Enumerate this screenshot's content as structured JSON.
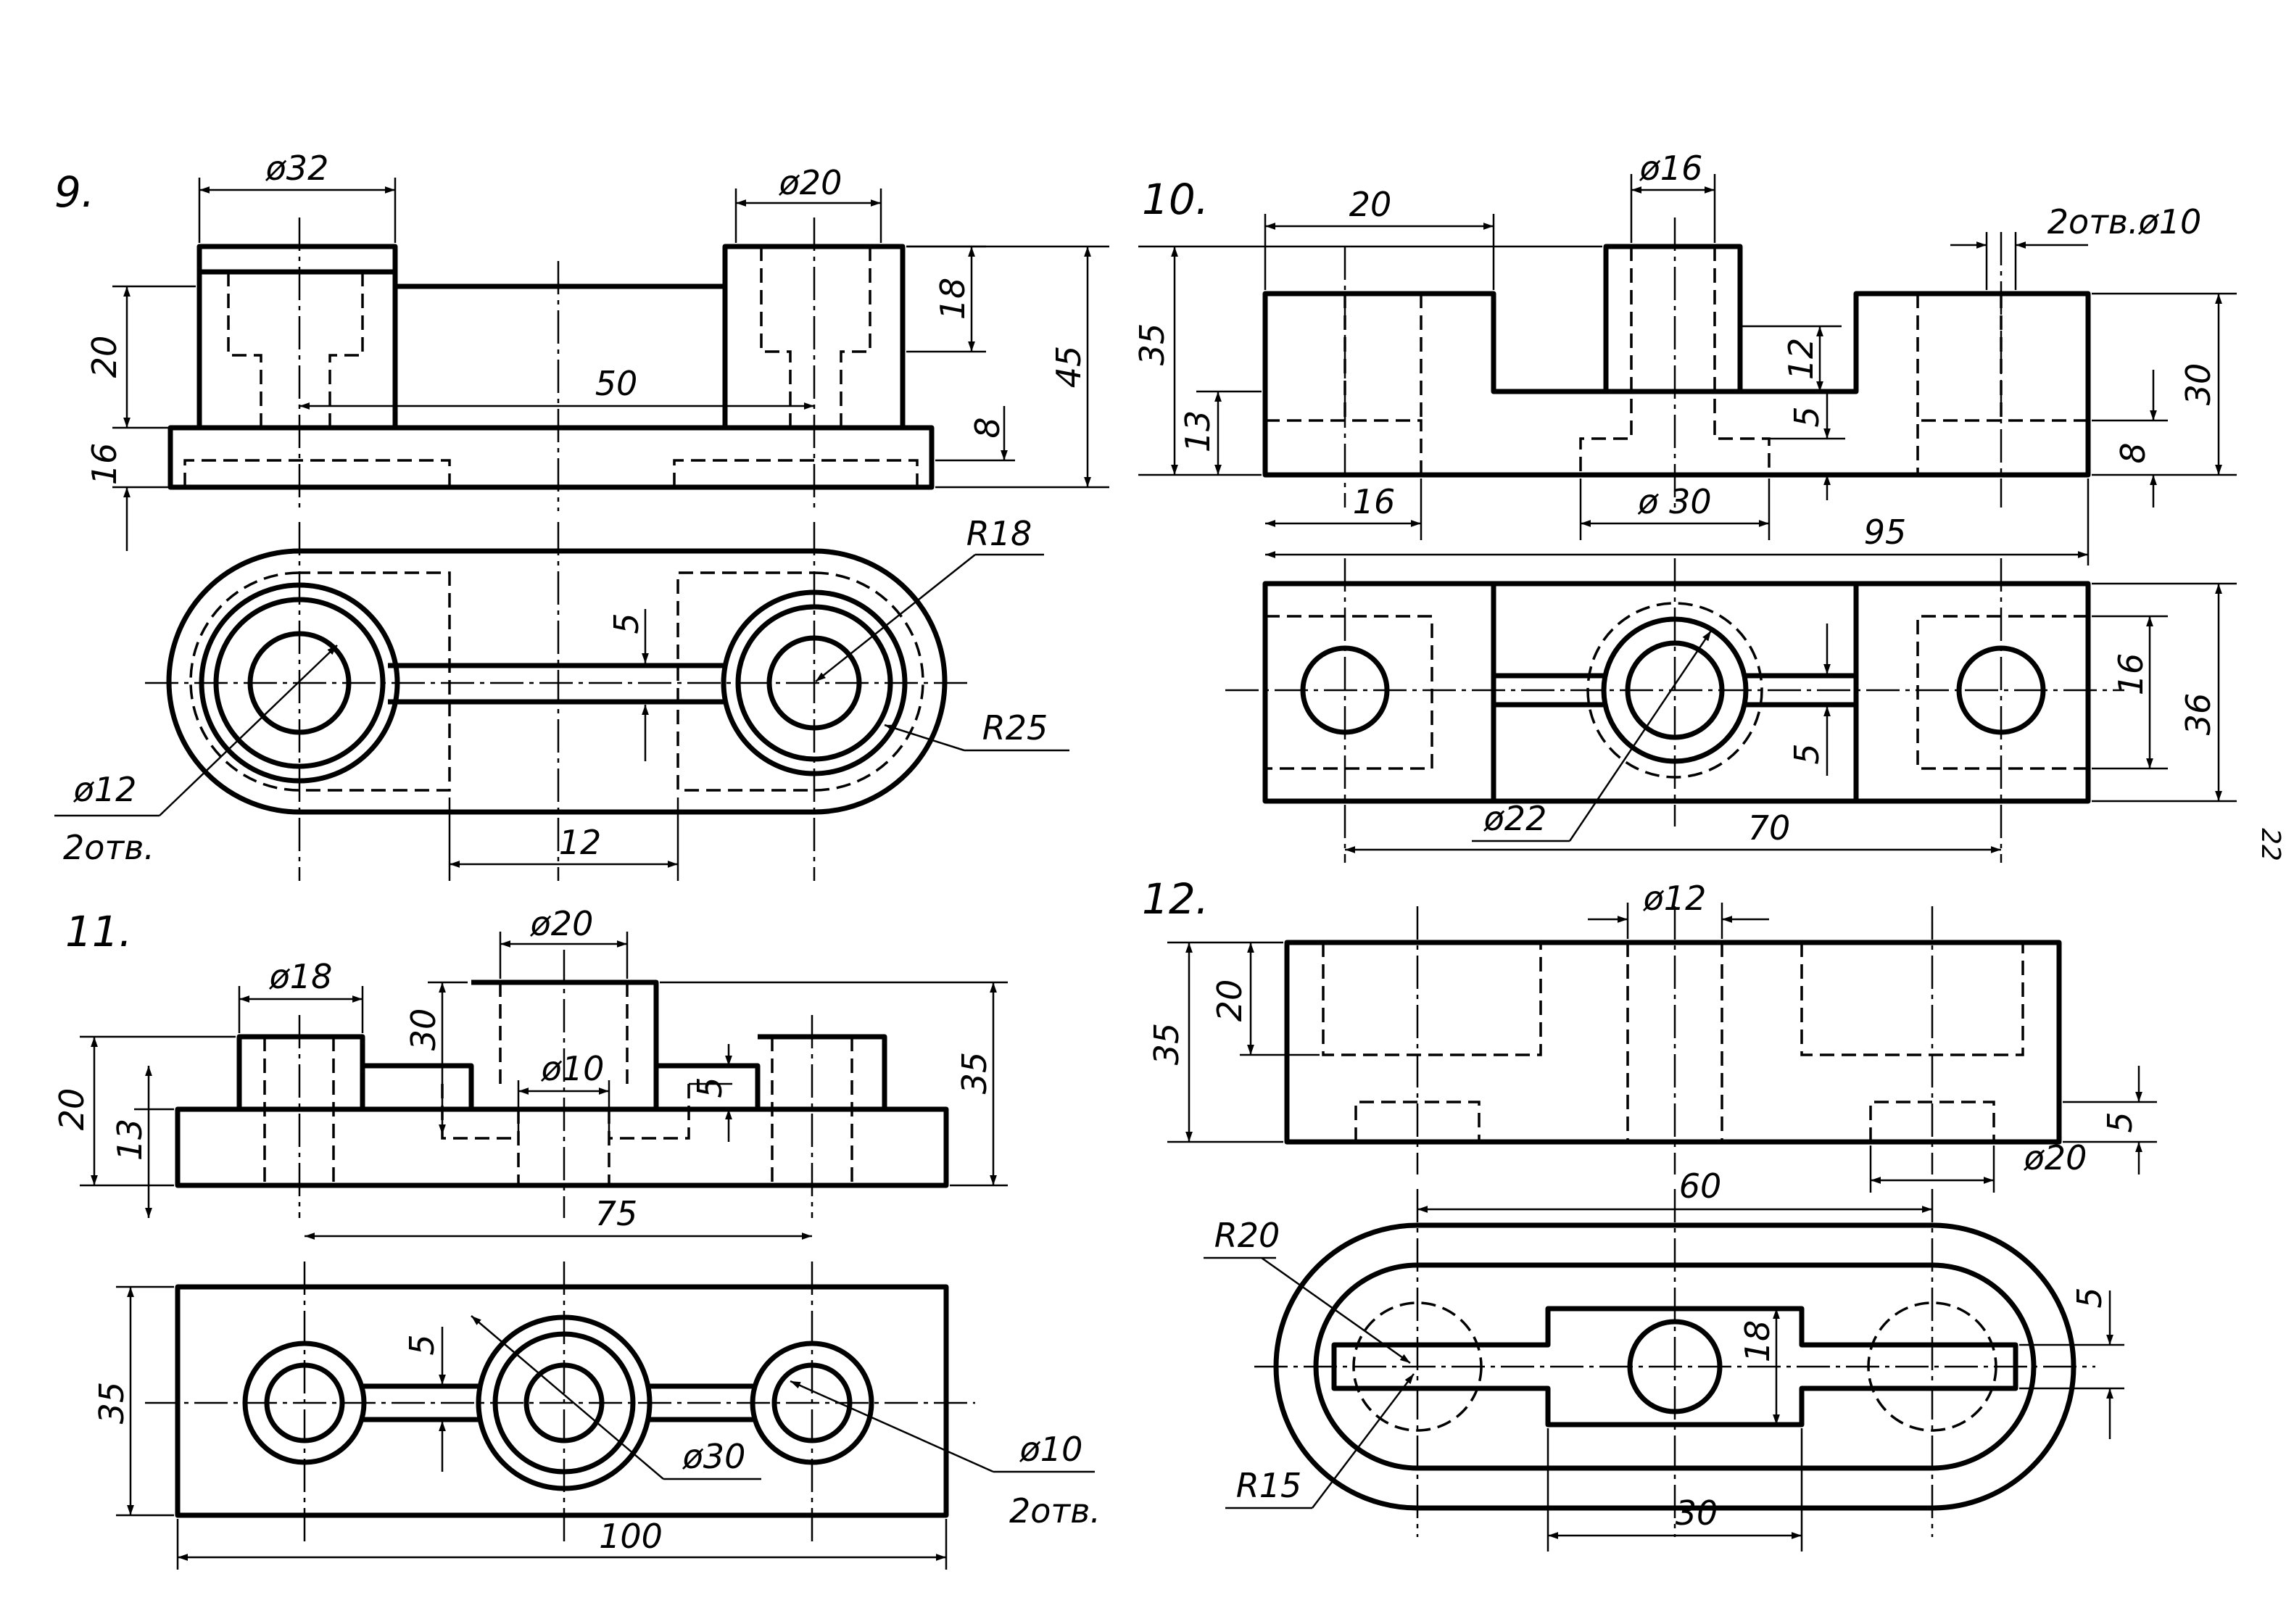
{
  "page_number": "22",
  "drawings": [
    {
      "number": "9.",
      "dims": {
        "d_left_boss": "ø32",
        "d_right_boss": "ø20",
        "h_right_boss": "18",
        "h_total": "45",
        "h_left": "20",
        "h_base": "16",
        "span": "50",
        "h_step": "8",
        "r_inner": "R18",
        "r_outer": "R25",
        "slot": "5",
        "hole": "ø12",
        "hole_qty": "2отв.",
        "slot_len": "12"
      }
    },
    {
      "number": "10.",
      "dims": {
        "w_left": "20",
        "d_boss": "ø16",
        "holes": "2отв.ø10",
        "h_total": "35",
        "h_step": "13",
        "h_mid": "12",
        "h_right": "30",
        "h_slot": "5",
        "h_base": "8",
        "w_bottom": "16",
        "d_bore": "ø 30",
        "length": "95",
        "w_slot": "16",
        "width": "36",
        "slot": "5",
        "d_inner": "ø22",
        "holes_span": "70"
      }
    },
    {
      "number": "11.",
      "dims": {
        "d_center": "ø20",
        "d_left": "ø18",
        "h_center": "30",
        "d_bore": "ø10",
        "h_total": "35",
        "h_left": "20",
        "h_base": "13",
        "h_step": "5",
        "span": "75",
        "width": "35",
        "slot": "5",
        "d_ring": "ø30",
        "d_holes": "ø10",
        "holes_qty": "2отв.",
        "length": "100"
      }
    },
    {
      "number": "12.",
      "dims": {
        "d_top": "ø12",
        "h_total": "35",
        "h_top": "20",
        "h_slot": "5",
        "d_recess": "ø20",
        "span": "60",
        "r_outer": "R20",
        "slot_w": "5",
        "width": "18",
        "r_inner": "R15",
        "window": "30"
      }
    }
  ]
}
